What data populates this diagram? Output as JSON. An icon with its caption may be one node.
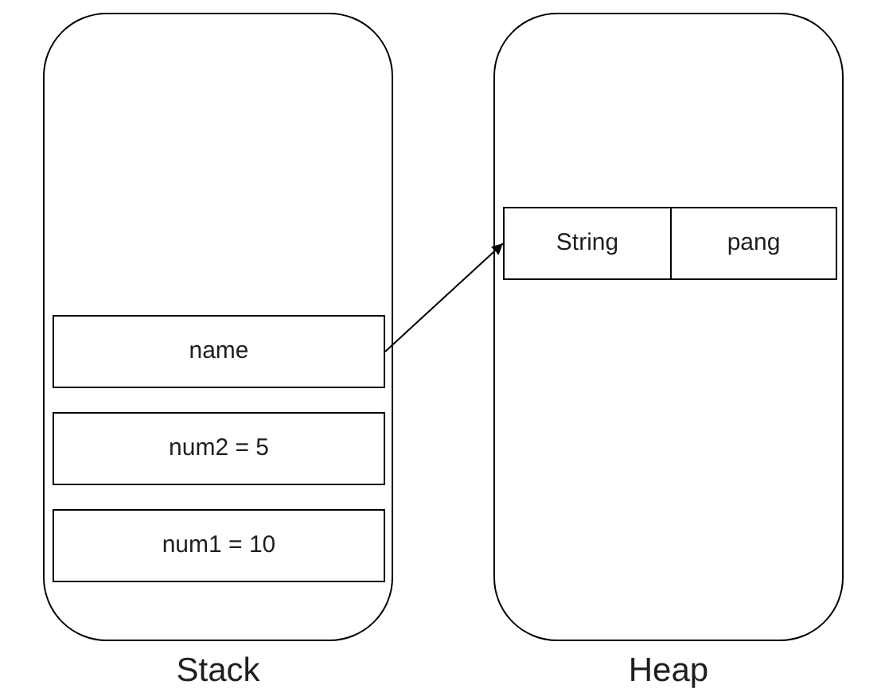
{
  "diagram": {
    "nodes": [
      {
        "text": [
          "Stack"
        ]
      },
      {
        "text": [
          "name"
        ],
        "in": 0
      },
      {
        "text": [
          "num2 = 5"
        ],
        "in": 0
      },
      {
        "text": [
          "num1 = 10"
        ],
        "in": 0
      },
      {
        "text": [
          "Heap"
        ]
      },
      {
        "text": [
          "String"
        ],
        "in": 4
      },
      {
        "text": [
          "pang"
        ],
        "in": 4
      }
    ],
    "edges": [
      {
        "from": 1,
        "to": 5,
        "arrow": "to"
      }
    ]
  }
}
